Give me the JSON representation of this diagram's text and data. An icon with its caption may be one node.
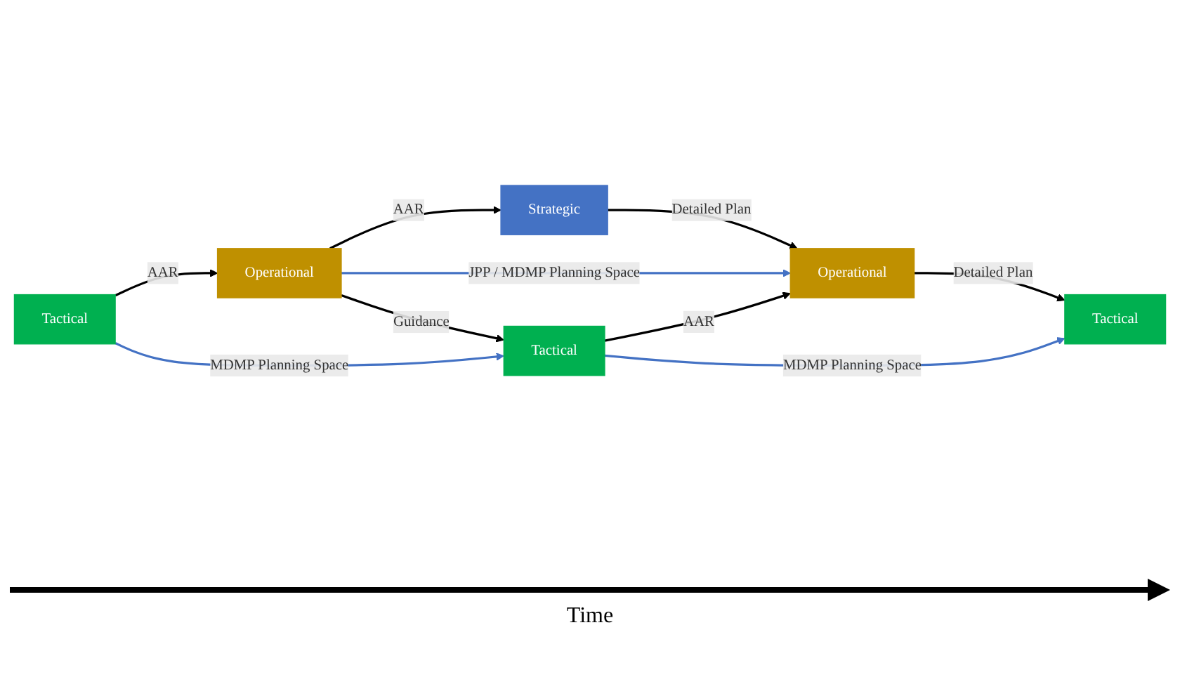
{
  "diagram": {
    "nodes": [
      {
        "text": [
          "Strategic"
        ]
      },
      {
        "text": [
          "Operational"
        ]
      },
      {
        "text": [
          "Operational"
        ]
      },
      {
        "text": [
          "Tactical"
        ]
      },
      {
        "text": [
          "Tactical"
        ]
      },
      {
        "text": [
          "Tactical"
        ]
      }
    ],
    "edges": [
      {
        "from": 1,
        "to": 0,
        "arrow": "to",
        "label": "AAR"
      },
      {
        "from": 0,
        "to": 2,
        "arrow": "to",
        "label": "Detailed Plan"
      },
      {
        "from": 1,
        "to": 2,
        "arrow": "to",
        "label": "JPP / MDMP Planning Space",
        "color": "#4472c4"
      },
      {
        "from": 3,
        "to": 1,
        "arrow": "to",
        "label": "AAR"
      },
      {
        "from": 1,
        "to": 4,
        "arrow": "to",
        "label": "Guidance"
      },
      {
        "from": 3,
        "to": 4,
        "arrow": "to",
        "label": "MDMP Planning Space",
        "color": "#4472c4"
      },
      {
        "from": 4,
        "to": 2,
        "arrow": "to",
        "label": "AAR"
      },
      {
        "from": 2,
        "to": 5,
        "arrow": "to",
        "label": "Detailed Plan"
      },
      {
        "from": 4,
        "to": 5,
        "arrow": "to",
        "label": "MDMP Planning Space",
        "color": "#4472c4"
      }
    ],
    "labels": [
      "Time"
    ]
  }
}
